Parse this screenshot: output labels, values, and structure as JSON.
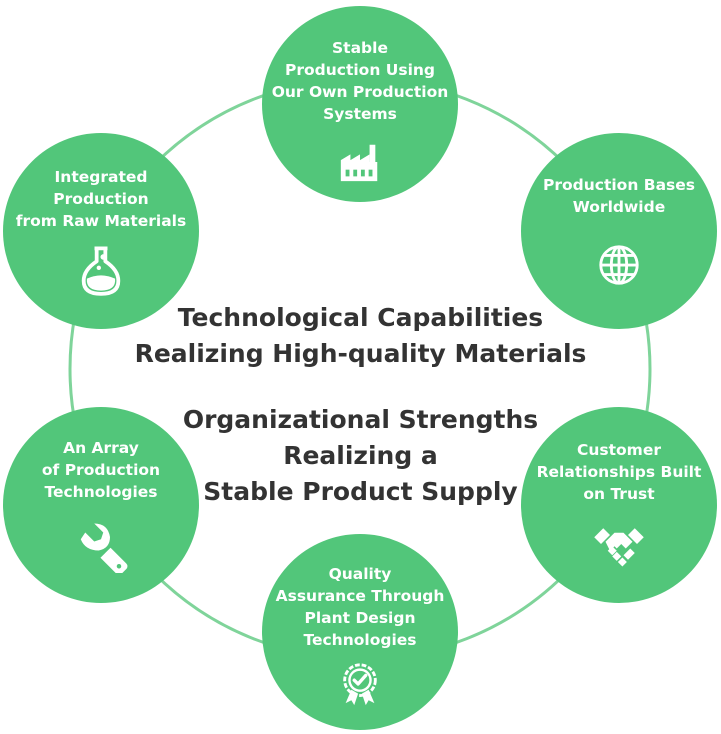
{
  "colors": {
    "node_fill": "#52c67a",
    "ring_stroke": "#7fd49a",
    "heading_text": "#333333",
    "icon": "#ffffff"
  },
  "headings": {
    "technological": "Technological Capabilities\nRealizing High-quality Materials",
    "organizational": "Organizational Strengths\nRealizing a\nStable Product Supply"
  },
  "nodes": [
    {
      "id": "stable",
      "label": "Stable\nProduction Using\nOur Own Production\nSystems",
      "icon": "factory-icon"
    },
    {
      "id": "bases",
      "label": "Production Bases\nWorldwide",
      "icon": "globe-icon"
    },
    {
      "id": "trust",
      "label": "Customer\nRelationships Built\non Trust",
      "icon": "handshake-icon"
    },
    {
      "id": "quality",
      "label": "Quality\nAssurance Through\nPlant Design\nTechnologies",
      "icon": "award-ribbon-icon"
    },
    {
      "id": "array",
      "label": "An Array\nof Production\nTechnologies",
      "icon": "wrench-icon"
    },
    {
      "id": "raw",
      "label": "Integrated\nProduction\nfrom Raw Materials",
      "icon": "flask-icon"
    }
  ]
}
